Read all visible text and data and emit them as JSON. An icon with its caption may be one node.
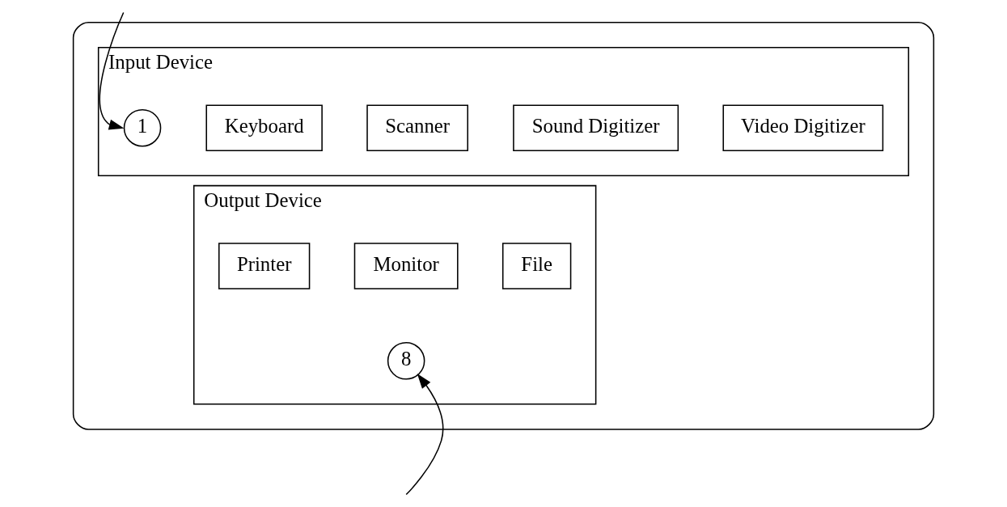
{
  "diagram": {
    "nodes": [
      {
        "text": [],
        "shape": "box"
      },
      {
        "text": [
          "Input Device"
        ],
        "in": 0
      },
      {
        "text": [
          "Keyboard"
        ],
        "in": 1
      },
      {
        "text": [
          "Scanner"
        ],
        "in": 1
      },
      {
        "text": [
          "Sound Digitizer"
        ],
        "in": 1
      },
      {
        "text": [
          "Video Digitizer"
        ],
        "in": 1
      },
      {
        "text": [
          "Output Device"
        ],
        "in": 0
      },
      {
        "text": [
          "Printer"
        ],
        "in": 6
      },
      {
        "text": [
          "Monitor"
        ],
        "in": 6
      },
      {
        "text": [
          "File"
        ],
        "in": 6
      },
      {
        "text": [
          "1"
        ],
        "in": 1
      },
      {
        "text": [
          "8"
        ],
        "in": 6
      }
    ],
    "edges": [
      {
        "from": null,
        "to": 10,
        "arrow": "to"
      },
      {
        "from": null,
        "to": 11,
        "arrow": "to"
      }
    ]
  }
}
